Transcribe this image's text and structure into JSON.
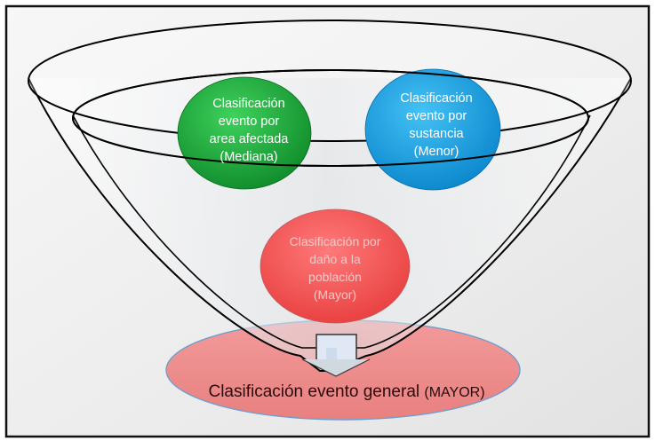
{
  "diagram": {
    "circles": [
      {
        "id": "area",
        "lines": [
          "Clasificación",
          "evento por",
          "area afectada",
          "(Mediana)"
        ],
        "color": "#16a535"
      },
      {
        "id": "sustancia",
        "lines": [
          "Clasificación",
          "evento por",
          "sustancia",
          "(Menor)"
        ],
        "color": "#18a6ea"
      },
      {
        "id": "poblacion",
        "lines": [
          "Clasificación por",
          "daño a la",
          "población",
          "(Mayor)"
        ],
        "color": "#f05a5a"
      }
    ],
    "base": {
      "label": "Clasificación evento general",
      "suffix": "(MAYOR)",
      "color": "#ee8888"
    },
    "funnel_color": "#d8dde2"
  }
}
